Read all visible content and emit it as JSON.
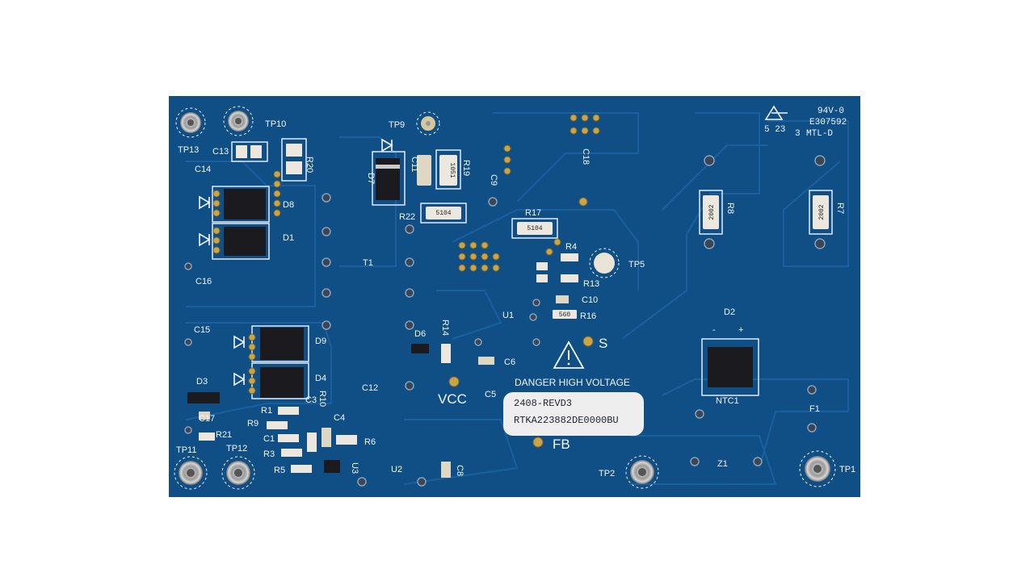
{
  "board": {
    "colors": {
      "background": "#ffffff",
      "pcb": "#0f4f86",
      "trace": "#14589a",
      "silkscreen": "#f3f6fb",
      "pad_gold": "#c9a548"
    },
    "designators": {
      "tp13": "TP13",
      "tp10": "TP10",
      "c13": "C13",
      "r20": "R20",
      "c14": "C14",
      "d8": "D8",
      "d1": "D1",
      "c16": "C16",
      "c15": "C15",
      "d9": "D9",
      "d4": "D4",
      "d3": "D3",
      "c17": "C17",
      "r21": "R21",
      "tp11": "TP11",
      "tp12": "TP12",
      "r1": "R1",
      "c3": "C3",
      "r10": "R10",
      "r9": "R9",
      "c1": "C1",
      "c4": "C4",
      "r3": "R3",
      "r6": "R6",
      "r5": "R5",
      "u3": "U3",
      "u2": "U2",
      "c8": "C8",
      "tp9": "TP9",
      "d7": "D7",
      "c11": "C11",
      "r19": "R19",
      "c9": "C9",
      "c18": "C18",
      "r22": "R22",
      "r17": "R17",
      "r4": "R4",
      "tp5": "TP5",
      "r13": "R13",
      "c10": "C10",
      "r16": "R16",
      "t1": "T1",
      "u1": "U1",
      "r14": "R14",
      "d6": "D6",
      "c6": "C6",
      "c5": "C5",
      "c12": "C12",
      "r8": "R8",
      "r7": "R7",
      "d2": "D2",
      "ntc1": "NTC1",
      "f1": "F1",
      "z1": "Z1",
      "tp2": "TP2",
      "tp1": "TP1"
    },
    "net_labels": {
      "s": "S",
      "vcc": "VCC",
      "fb": "FB"
    },
    "warning_text": "DANGER HIGH VOLTAGE",
    "polarity": {
      "minus": "-",
      "plus": "+"
    },
    "ul_marks": {
      "rating": "94V-0",
      "file": "E307592",
      "date": "5 23",
      "suffix": "3",
      "mtl": "MTL-D"
    },
    "label": {
      "line1": "2408-REVD3",
      "line2": "RTKA223882DE0000BU"
    },
    "component_markings": {
      "r22": "5104",
      "r17": "5104",
      "r19": "1051",
      "r8": "2002",
      "r7": "2002",
      "r16": "560"
    }
  }
}
